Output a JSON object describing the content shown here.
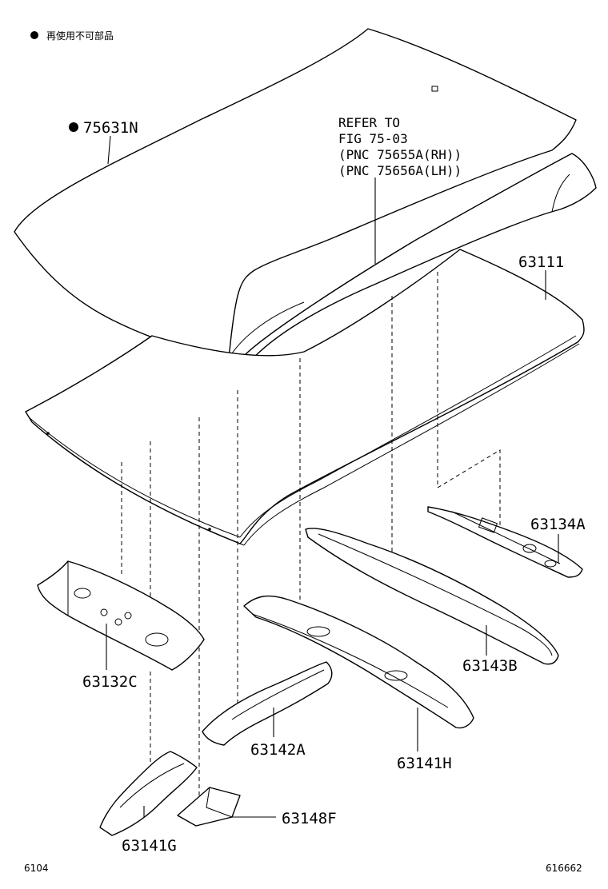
{
  "legend": {
    "bullet": "●",
    "text": "再使用不可部品"
  },
  "refer_note": {
    "line1": "REFER TO",
    "line2": "FIG 75-03",
    "line3": "(PNC 75655A(RH))",
    "line4": "(PNC 75656A(LH))"
  },
  "parts": {
    "p75631N": "75631N",
    "p63111": "63111",
    "p63134A": "63134A",
    "p63143B": "63143B",
    "p63132C": "63132C",
    "p63142A": "63142A",
    "p63141H": "63141H",
    "p63148F": "63148F",
    "p63141G": "63141G"
  },
  "footer": {
    "left": "6104",
    "right": "616662"
  }
}
